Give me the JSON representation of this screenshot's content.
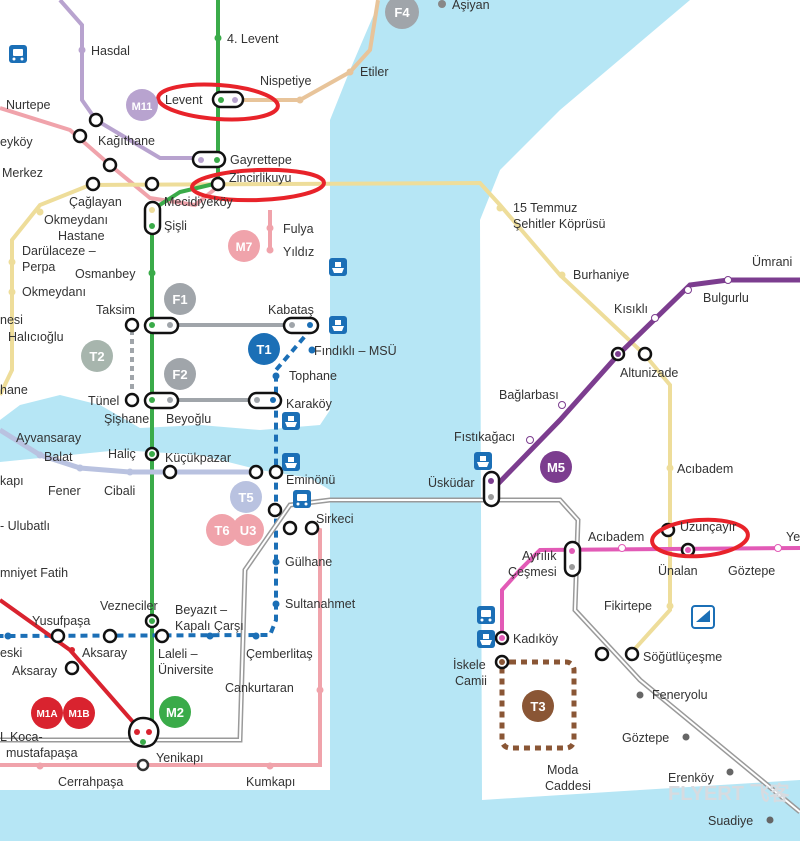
{
  "labels": {
    "asiyan": "Aşiyan",
    "hasdal": "Hasdal",
    "levent4": "4. Levent",
    "nispetiye": "Nispetiye",
    "etiler": "Etiler",
    "nurtepe": "Nurtepe",
    "levent": "Levent",
    "eykoy": "eyköy",
    "kagithane": "Kağıthane",
    "gayrettepe": "Gayrettepe",
    "merkez": "Merkez",
    "zincirlikuyu": "Zincirlikuyu",
    "caglayan": "Çağlayan",
    "mecidiyekoy": "Mecidiyeköy",
    "temmuz1": "15 Temmuz",
    "temmuz2": "Şehitler Köprüsü",
    "okmeydani_hastane1": "Okmeydanı",
    "okmeydani_hastane2": "Hastane",
    "sisli": "Şişli",
    "fulya": "Fulya",
    "darulaceze1": "Darülaceze –",
    "darulaceze2": "Perpa",
    "yildiz": "Yıldız",
    "osmanbey": "Osmanbey",
    "okmeydani": "Okmeydanı",
    "burhaniye": "Burhaniye",
    "umraniye": "Ümrani",
    "bulgurlu": "Bulgurlu",
    "taksim": "Taksim",
    "kabatas": "Kabataş",
    "kisikli": "Kısıklı",
    "nesi": "nesi",
    "halicioglu": "Halıcıoğlu",
    "findikli": "Fındıklı – MSÜ",
    "altunizade": "Altunizade",
    "tophane": "Tophane",
    "hane": "hane",
    "tunel": "Tünel",
    "sishane": "Şişhane",
    "beyoglu": "Beyoğlu",
    "karakoy": "Karaköy",
    "baglarbasi": "Bağlarbası",
    "ayvansaray": "Ayvansaray",
    "balat": "Balat",
    "fistikagaci": "Fıstıkağacı",
    "halic": "Haliç",
    "kucukpazar": "Küçükpazar",
    "acibadem_m5": "Acıbadem",
    "kapi": "kapı",
    "fener": "Fener",
    "cibali": "Cibali",
    "eminonu": "Eminönü",
    "uskudar": "Üsküdar",
    "ulubatli": "- Ulubatlı",
    "sirkeci": "Sirkeci",
    "ayrilik1": "Ayrılık",
    "ayrilik2": "Çeşmesi",
    "acibadem": "Acıbadem",
    "uzuncayir": "Uzunçayır",
    "ye": "Ye",
    "gulhane": "Gülhane",
    "unalan": "Ünalan",
    "goztepe_m4": "Göztepe",
    "emniyet": "mniyet Fatih",
    "sultanahmet": "Sultanahmet",
    "fikirtepe": "Fikirtepe",
    "yusufpasa": "Yusufpaşa",
    "vezneciler": "Vezneciler",
    "beyazit1": "Beyazıt –",
    "beyazit2": "Kapalı Çarşı",
    "eski": "eski",
    "aksaray_t1": "Aksaray",
    "kadikoy": "Kadıköy",
    "sogutlucesme": "Söğütlüçeşme",
    "laleli1": "Laleli –",
    "laleli2": "Üniversite",
    "cemberlitas": "Çemberlitaş",
    "aksaray": "Aksaray",
    "iskele1": "İskele",
    "iskele2": "Camii",
    "cankurtaran": "Cankurtaran",
    "feneryolu": "Feneryolu",
    "koca1": "L Koca-",
    "koca2": "mustafapaşa",
    "yenikapi": "Yenikapı",
    "goztepe": "Göztepe",
    "cerrahpasa": "Cerrahpaşa",
    "kumkapi": "Kumkapı",
    "moda1": "Moda",
    "moda2": "Caddesi",
    "erenkoy": "Erenköy",
    "suadiye": "Suadiye"
  },
  "badges": {
    "F4": "F4",
    "M11": "M11",
    "M7": "M7",
    "F1": "F1",
    "T1": "T1",
    "T2": "T2",
    "F2": "F2",
    "M5": "M5",
    "T5": "T5",
    "T6": "T6",
    "U3": "U3",
    "M1A": "M1A",
    "M1B": "M1B",
    "M2": "M2",
    "T3": "T3"
  },
  "watermark": "FLYERT 飞客",
  "colors": {
    "water": "#b6e6f5",
    "land": "#ffffff",
    "m1": "#d9232f",
    "m2": "#3aab49",
    "m4": "#e25ab6",
    "m5": "#7c3d8f",
    "m7": "#f0a3ab",
    "m11": "#b8a3cf",
    "t1": "#1b6fb6",
    "t2": "#a0a5aa",
    "t4_metrobus": "#eedd9a",
    "f4": "#e8c49a",
    "marmaray": "#8e8e8e",
    "t5": "#b9c2e0",
    "t3": "#8a5635",
    "highlight": "#e8232a"
  },
  "icons": [
    "ferry-icon",
    "bus-terminal-icon",
    "highway-icon"
  ]
}
